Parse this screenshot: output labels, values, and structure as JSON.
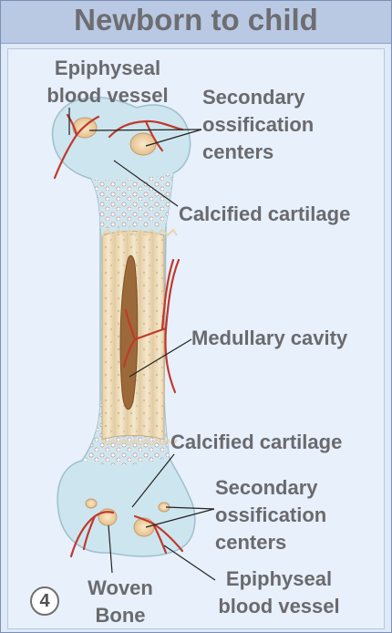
{
  "title": "Newborn to child",
  "step_number": "4",
  "labels": {
    "epiphyseal_vessel_top": [
      "Epiphyseal",
      "blood vessel"
    ],
    "secondary_top": [
      "Secondary",
      "ossification",
      "centers"
    ],
    "calcified_top": "Calcified cartilage",
    "medullary": "Medullary cavity",
    "calcified_bottom": "Calcified cartilage",
    "secondary_bottom": [
      "Secondary",
      "ossification",
      "centers"
    ],
    "woven_bone": [
      "Woven",
      "Bone"
    ],
    "epiphyseal_vessel_bottom": [
      "Epiphyseal",
      "blood vessel"
    ]
  },
  "colors": {
    "bone": "#f2e2c4",
    "cartilage": "#c6e2ec",
    "vessel": "#c0392b",
    "text": "#6a6a6e"
  }
}
